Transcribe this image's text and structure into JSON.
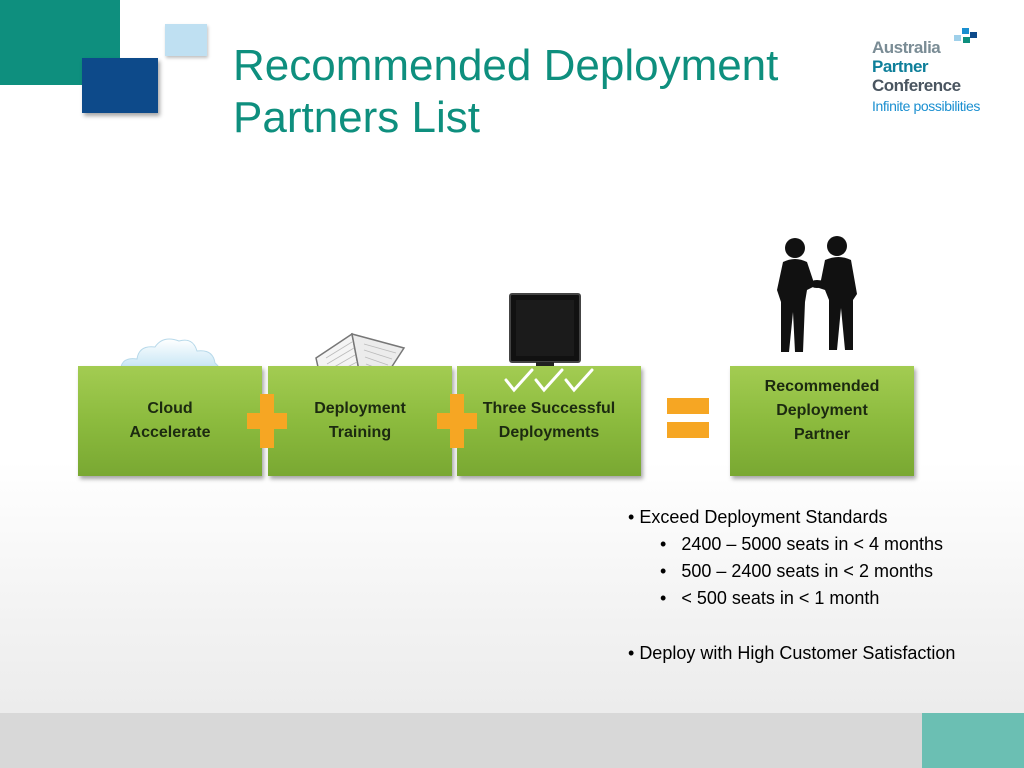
{
  "slide": {
    "title_line1": "Recommended Deployment",
    "title_line2": "Partners List"
  },
  "logo": {
    "line1": "Australia",
    "line2": "Partner",
    "line3": "Conference",
    "tagline": "Infinite possibilities"
  },
  "steps": [
    {
      "line1": "Cloud",
      "line2": "Accelerate",
      "icon": "cloud-icon"
    },
    {
      "line1": "Deployment",
      "line2": "Training",
      "icon": "book-icon"
    },
    {
      "line1": "Three Successful",
      "line2": "Deployments",
      "icon": "monitor-icon"
    }
  ],
  "result": {
    "line1": "Recommended",
    "line2": "Deployment",
    "line3": "Partner",
    "icon": "handshake-icon"
  },
  "bullets": {
    "b1": "Exceed Deployment Standards",
    "s1": "2400 – 5000 seats in < 4 months",
    "s2": "500 – 2400 seats in < 2 months",
    "s3": "< 500 seats in < 1 month",
    "b2": "Deploy with High Customer Satisfaction"
  },
  "colors": {
    "accent_teal": "#0e8f7e",
    "box_green": "#8cbb3e",
    "operator_orange": "#f6a623"
  }
}
